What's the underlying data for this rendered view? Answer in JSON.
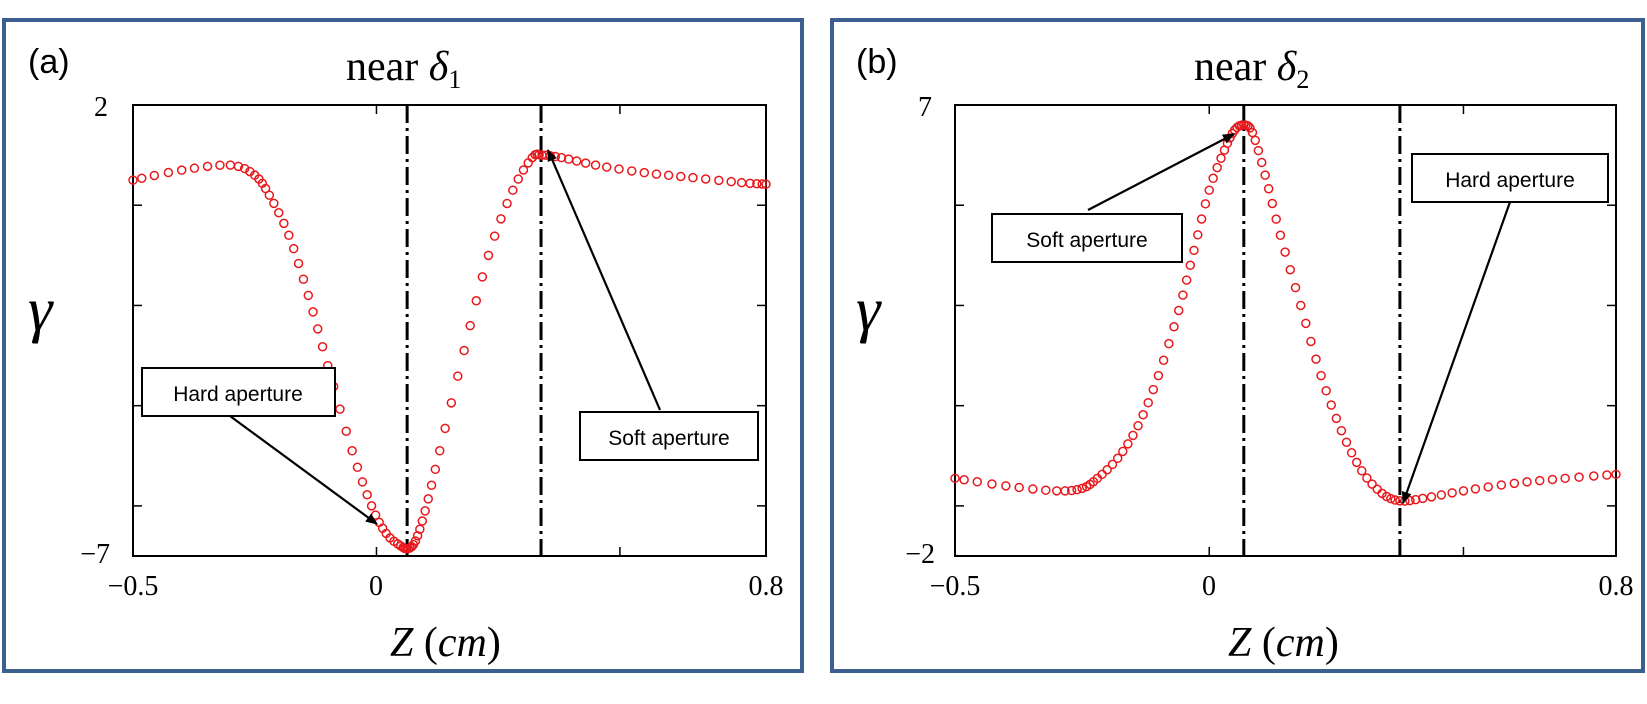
{
  "colors": {
    "frame": "#3d5f8f",
    "marker": "#e8191d",
    "axis": "#000000",
    "background": "#ffffff"
  },
  "chart_data": [
    {
      "type": "scatter",
      "panel_label": "(a)",
      "title_text": "near ",
      "title_symbol": "δ",
      "title_subscript": "1",
      "ylabel": "γ",
      "xlabel_italic_left": "Z",
      "xlabel_unit": "cm",
      "x_tick_labels": [
        "−0.5",
        "0",
        "0.8"
      ],
      "y_tick_labels": [
        "2",
        "−7"
      ],
      "xlim": [
        -0.5,
        0.8
      ],
      "ylim": [
        -7,
        2
      ],
      "x_ticks": [
        -0.5,
        0,
        0.5,
        0.8
      ],
      "y_ticks": [
        2,
        0,
        -2,
        -4,
        -6,
        -7
      ],
      "vlines": [
        0.063,
        0.338
      ],
      "grid": false,
      "marker": "open-circle",
      "series_points": [
        [
          -0.5,
          0.5
        ],
        [
          -0.4,
          0.7
        ],
        [
          -0.3,
          0.8
        ],
        [
          -0.25,
          0.6
        ],
        [
          -0.22,
          0.2
        ],
        [
          -0.18,
          -0.6
        ],
        [
          -0.14,
          -1.8
        ],
        [
          -0.1,
          -3.2
        ],
        [
          -0.05,
          -4.9
        ],
        [
          -0.01,
          -6.0
        ],
        [
          0.02,
          -6.55
        ],
        [
          0.05,
          -6.8
        ],
        [
          0.065,
          -6.85
        ],
        [
          0.08,
          -6.7
        ],
        [
          0.1,
          -6.1
        ],
        [
          0.13,
          -4.9
        ],
        [
          0.18,
          -2.9
        ],
        [
          0.23,
          -1.0
        ],
        [
          0.28,
          0.3
        ],
        [
          0.32,
          0.95
        ],
        [
          0.34,
          1.0
        ],
        [
          0.38,
          0.95
        ],
        [
          0.45,
          0.8
        ],
        [
          0.55,
          0.65
        ],
        [
          0.65,
          0.55
        ],
        [
          0.75,
          0.45
        ],
        [
          0.8,
          0.42
        ]
      ],
      "annotations": [
        {
          "text": "Hard aperture",
          "target": [
            0.0,
            -6.4
          ]
        },
        {
          "text": "Soft aperture",
          "target": [
            0.36,
            0.8
          ]
        }
      ]
    },
    {
      "type": "scatter",
      "panel_label": "(b)",
      "title_text": "near ",
      "title_symbol": "δ",
      "title_subscript": "2",
      "ylabel": "γ",
      "xlabel_italic_left": "Z",
      "xlabel_unit": "cm",
      "x_tick_labels": [
        "−0.5",
        "0",
        "0.8"
      ],
      "y_tick_labels": [
        "7",
        "−2"
      ],
      "xlim": [
        -0.5,
        0.8
      ],
      "ylim": [
        -2,
        7
      ],
      "x_ticks": [
        -0.5,
        0,
        0.5,
        0.8
      ],
      "y_ticks": [
        7,
        5,
        3,
        1,
        -1,
        -2
      ],
      "vlines": [
        0.068,
        0.375
      ],
      "grid": false,
      "marker": "open-circle",
      "series_points": [
        [
          -0.5,
          -0.45
        ],
        [
          -0.4,
          -0.6
        ],
        [
          -0.3,
          -0.7
        ],
        [
          -0.25,
          -0.65
        ],
        [
          -0.22,
          -0.45
        ],
        [
          -0.18,
          -0.05
        ],
        [
          -0.14,
          0.6
        ],
        [
          -0.1,
          1.6
        ],
        [
          -0.06,
          2.9
        ],
        [
          -0.03,
          4.1
        ],
        [
          0.0,
          5.3
        ],
        [
          0.03,
          6.1
        ],
        [
          0.05,
          6.5
        ],
        [
          0.068,
          6.6
        ],
        [
          0.085,
          6.45
        ],
        [
          0.11,
          5.6
        ],
        [
          0.14,
          4.4
        ],
        [
          0.18,
          3.0
        ],
        [
          0.22,
          1.6
        ],
        [
          0.26,
          0.5
        ],
        [
          0.3,
          -0.3
        ],
        [
          0.34,
          -0.75
        ],
        [
          0.375,
          -0.9
        ],
        [
          0.42,
          -0.85
        ],
        [
          0.5,
          -0.7
        ],
        [
          0.6,
          -0.55
        ],
        [
          0.7,
          -0.45
        ],
        [
          0.8,
          -0.37
        ]
      ],
      "annotations": [
        {
          "text": "Soft aperture",
          "target": [
            0.06,
            6.3
          ]
        },
        {
          "text": "Hard aperture",
          "target": [
            0.38,
            -0.7
          ]
        }
      ]
    }
  ]
}
